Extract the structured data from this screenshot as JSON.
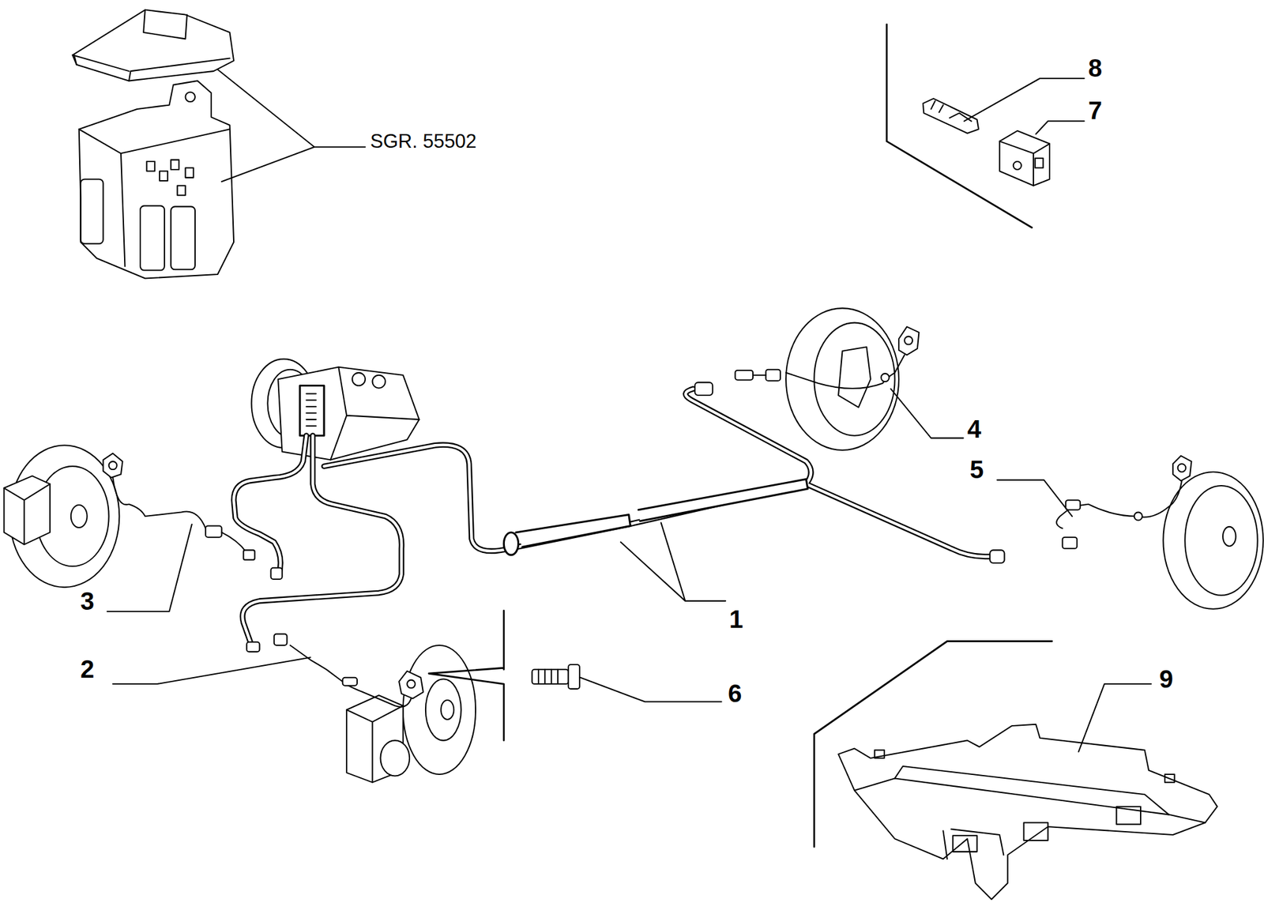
{
  "diagram": {
    "labels": [
      "SGR. 55502",
      "8",
      "7",
      "4",
      "5",
      "3",
      "1",
      "2",
      "9",
      "6"
    ]
  }
}
